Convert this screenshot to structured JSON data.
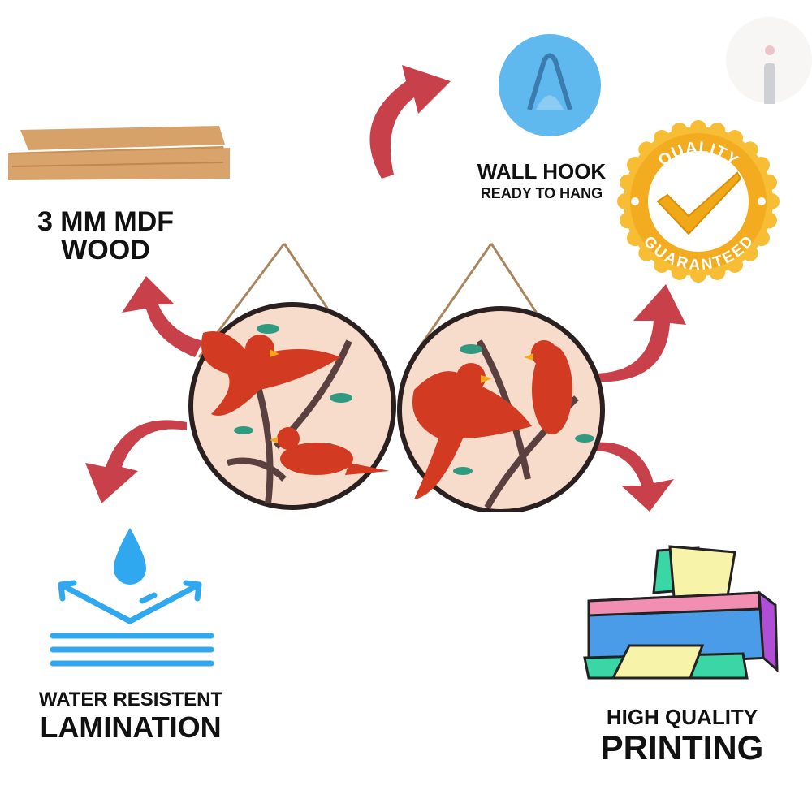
{
  "features": {
    "wood": {
      "line1": "3 MM MDF",
      "line2": "WOOD"
    },
    "hook": {
      "line1": "WALL HOOK",
      "line2": "READY TO HANG"
    },
    "badge": {
      "top": "QUALITY",
      "bottom": "GUARANTEED"
    },
    "water": {
      "line1": "WATER RESISTENT",
      "line2": "LAMINATION"
    },
    "printing": {
      "line1": "HIGH QUALITY",
      "line2": "PRINTING"
    }
  },
  "colors": {
    "arrow": "#c8404a",
    "badge": "#f5b72a",
    "plaque": "#f8dccb",
    "cardinal": "#d33a22",
    "water": "#2fa8ef"
  }
}
